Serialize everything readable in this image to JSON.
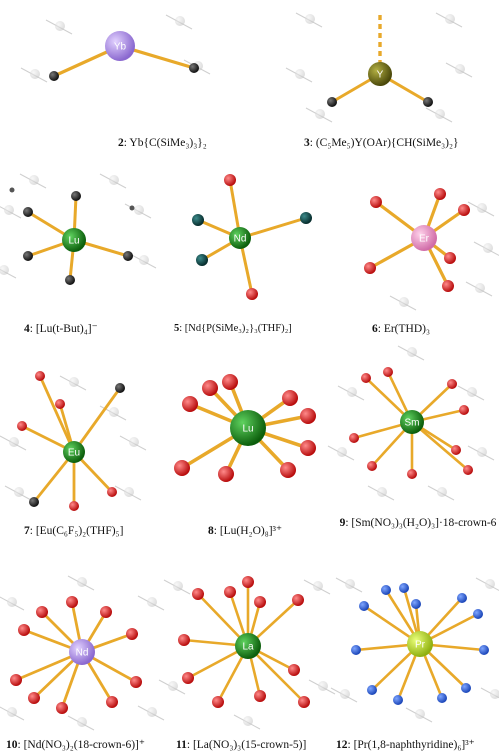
{
  "colors": {
    "bond": "#e8a92a",
    "background_ghost": "#cfcfcf",
    "oxygen": "#d81818",
    "carbon": "#2c2c2c",
    "phosphorus": "#0f4a4a",
    "nitrogen": "#2a5fd8",
    "ytterbium": "#b596e6",
    "yttrium": "#6d6b16",
    "lutetium": "#1d8a1d",
    "neodymium": "#168016",
    "erbium": "#e99ac8",
    "europium": "#1c8a1c",
    "samarium": "#1d8d1d",
    "neodymium_purple": "#a98ce0",
    "lanthanum": "#1a8a1a",
    "praseodymium": "#bde01e"
  },
  "structures": [
    {
      "id": "s2",
      "center": "Yb",
      "center_color": "ytterbium",
      "ligand_color": "carbon",
      "caption_number": "2",
      "caption_text": ": Yb{C(SiMe₃)₃}₂",
      "dashed": false
    },
    {
      "id": "s3",
      "center": "Y",
      "center_color": "yttrium",
      "ligand_color": "carbon",
      "caption_number": "3",
      "caption_text": ": (C₅Me₅)Y(OAr){CH(SiMe₃)₂}",
      "dashed": true
    },
    {
      "id": "s4",
      "center": "Lu",
      "center_color": "lutetium",
      "ligand_color": "carbon",
      "caption_number": "4",
      "caption_text": ": [Lu(t-But)₄]⁻"
    },
    {
      "id": "s5",
      "center": "Nd",
      "center_color": "neodymium",
      "ligand_color": "phosphorus",
      "caption_number": "5",
      "caption_text": ": [Nd{P(SiMe₃)₂}₃(THF)₂]"
    },
    {
      "id": "s6",
      "center": "Er",
      "center_color": "erbium",
      "ligand_color": "oxygen",
      "caption_number": "6",
      "caption_text": ": Er(THD)₃"
    },
    {
      "id": "s7",
      "center": "Eu",
      "center_color": "europium",
      "ligand_color": "oxygen",
      "caption_number": "7",
      "caption_text": ": [Eu(C₆F₅)₂(THF)₅]"
    },
    {
      "id": "s8",
      "center": "Lu",
      "center_color": "lutetium",
      "ligand_color": "oxygen",
      "caption_number": "8",
      "caption_text": ": [Lu(H₂O)₈]³⁺"
    },
    {
      "id": "s9",
      "center": "Sm",
      "center_color": "samarium",
      "ligand_color": "oxygen",
      "caption_number": "9",
      "caption_text": ": [Sm(NO₃)₃(H₂O)₃]·18-crown-6"
    },
    {
      "id": "s10",
      "center": "Nd",
      "center_color": "neodymium_purple",
      "ligand_color": "oxygen",
      "caption_number": "10",
      "caption_text": ": [Nd(NO₃)₂(18-crown-6)]⁺"
    },
    {
      "id": "s11",
      "center": "La",
      "center_color": "lanthanum",
      "ligand_color": "oxygen",
      "caption_number": "11",
      "caption_text": ": [La(NO₃)₃(15-crown-5)]"
    },
    {
      "id": "s12",
      "center": "Pr",
      "center_color": "praseodymium",
      "ligand_color": "nitrogen",
      "caption_number": "12",
      "caption_text": ": [Pr(1,8-naphthyridine)₆]³⁺"
    }
  ]
}
